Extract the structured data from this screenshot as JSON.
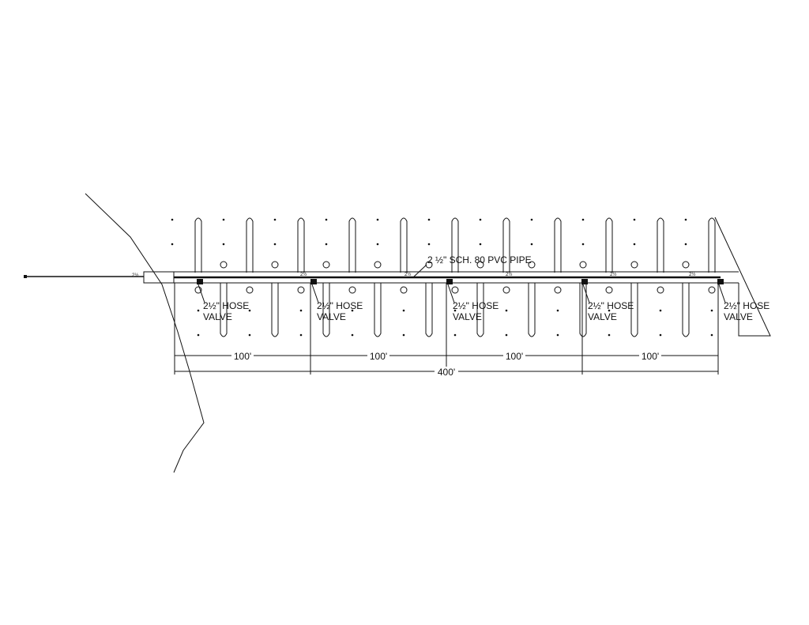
{
  "drawing": {
    "pipe_label": "2 ½\" SCH. 80 PVC PIPE",
    "valves": [
      {
        "line1": "2½\" HOSE",
        "line2": "VALVE"
      },
      {
        "line1": "2½\" HOSE",
        "line2": "VALVE"
      },
      {
        "line1": "2½\" HOSE",
        "line2": "VALVE"
      },
      {
        "line1": "2½\" HOSE",
        "line2": "VALVE"
      },
      {
        "line1": "2½\" HOSE",
        "line2": "VALVE"
      }
    ],
    "segment_dimensions": [
      "100'",
      "100'",
      "100'",
      "100'"
    ],
    "total_dimension": "400'",
    "size_tags": [
      "2½",
      "2½",
      "2½",
      "2½",
      "2½",
      "2½",
      "2½"
    ],
    "line_color": "#111111"
  }
}
